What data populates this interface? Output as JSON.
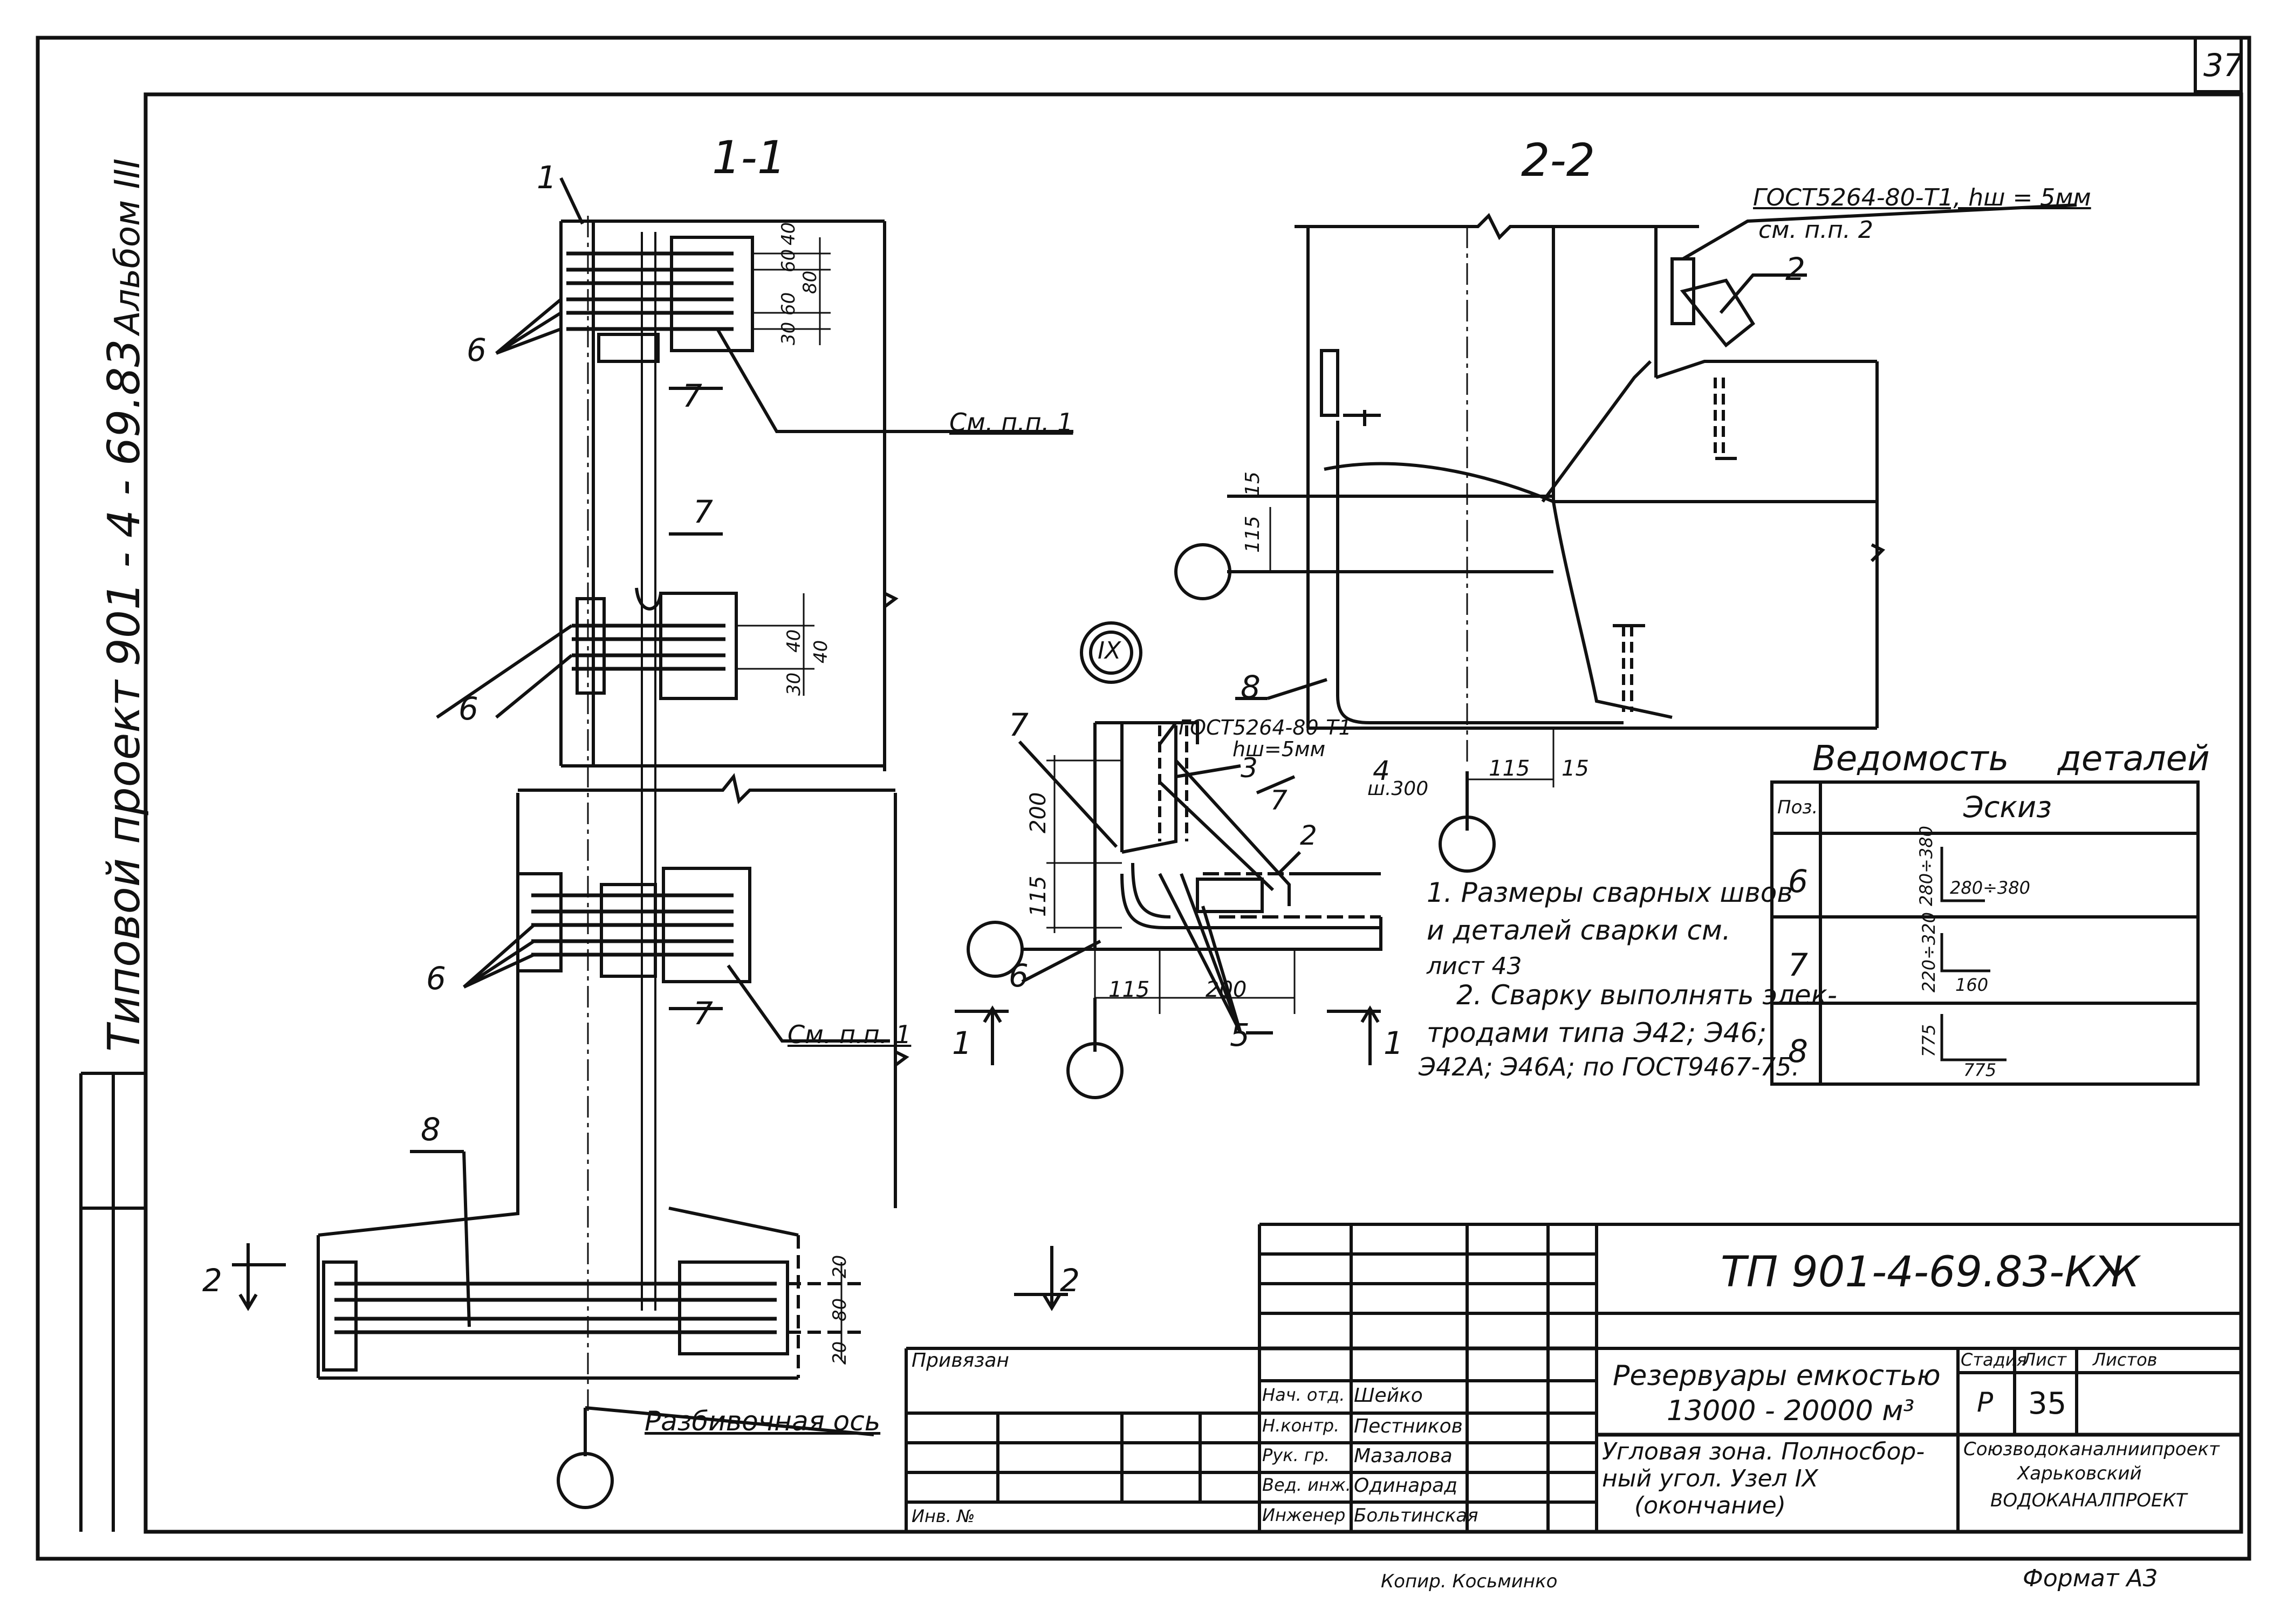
{
  "sheet": {
    "number": "37",
    "album": "Альбом III",
    "project_vertical": "Типовой проект 901 - 4 - 69.83"
  },
  "sections": {
    "s11": "1-1",
    "s22": "2-2"
  },
  "markers": {
    "m1": "1",
    "m2": "2",
    "m3": "3",
    "m4": "4",
    "m5": "5",
    "m6": "6",
    "m7": "7",
    "m8": "8",
    "see_note_1": "См. п.п. 1",
    "axis_label": "Разбивочная ось",
    "node": "IX"
  },
  "dims": {
    "d60": "60",
    "d40": "40",
    "d80": "80",
    "d30": "30",
    "d20": "20",
    "d15": "15",
    "d115": "115",
    "d200": "200"
  },
  "weld": {
    "gost_22": "ГОСТ5264-80-Т1, hш = 5мм",
    "see_pp2": "см. п.п. 2",
    "gost_ix": "ГОСТ5264-80-Т1",
    "hw_ix": "hш=5мм",
    "step": "ш.300"
  },
  "notes": {
    "n1": "1. Размеры сварных швов",
    "n1b": "и деталей сварки см.",
    "n1c": "лист 43",
    "n2": "2. Сварку выполнять элек-",
    "n2b": "тродами типа Э42; Э46;",
    "n2c": "Э42А; Э46А; по ГОСТ9467-75."
  },
  "details_table": {
    "title": "Ведомость деталей",
    "col_pos": "Поз.",
    "col_sketch": "Эскиз",
    "rows": [
      {
        "pos": "6",
        "v": "280÷380",
        "h": "280÷380"
      },
      {
        "pos": "7",
        "v": "220÷320",
        "h": "160"
      },
      {
        "pos": "8",
        "v": "775",
        "h": "775"
      }
    ]
  },
  "title_block": {
    "code": "ТП 901-4-69.83-КЖ",
    "privyazan": "Привязан",
    "inv": "Инв. №",
    "roles": [
      "Нач. отд.",
      "Н.контр.",
      "Рук. гр.",
      "Вед. инж.",
      "Инженер"
    ],
    "names": [
      "Шейко",
      "Пестников",
      "Мазалова",
      "Одинарад",
      "Больтинская"
    ],
    "object_1": "Резервуары емкостью",
    "object_2": "13000 - 20000 м³",
    "desc_1": "Угловая зона. Полносбор-",
    "desc_2": "ный угол. Узел IX",
    "desc_3": "(окончание)",
    "stage_h": "Стадия",
    "sheet_h": "Лист",
    "sheets_h": "Листов",
    "stage": "Р",
    "sheet": "35",
    "org_1": "Союзводоканалниипроект",
    "org_2": "Харьковский",
    "org_3": "ВОДОКАНАЛПРОЕКТ",
    "copied": "Копир. Косьминко",
    "format": "Формат А3"
  }
}
